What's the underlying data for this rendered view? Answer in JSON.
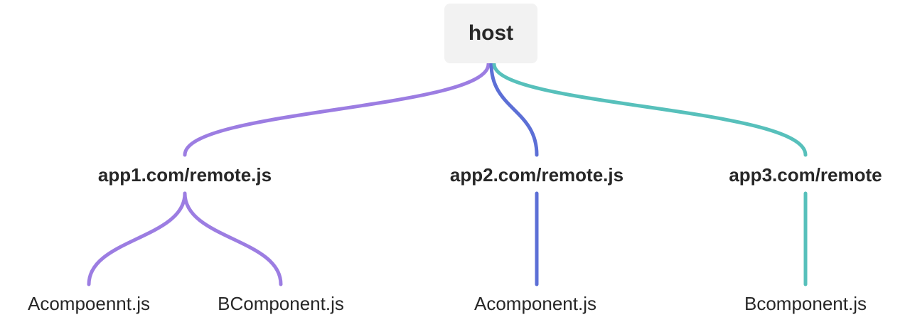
{
  "colors": {
    "edge_app1": "#9c7de2",
    "edge_app2": "#5c6fd6",
    "edge_app3": "#57c0bb",
    "root_bg": "#f2f2f2",
    "text": "#272727"
  },
  "tree": {
    "root": {
      "label": "host"
    },
    "remotes": [
      {
        "label": "app1.com/remote.js"
      },
      {
        "label": "app2.com/remote.js"
      },
      {
        "label": "app3.com/remote"
      }
    ],
    "components": [
      {
        "label": "Acompoennt.js",
        "parent": "app1.com/remote.js"
      },
      {
        "label": "BComponent.js",
        "parent": "app1.com/remote.js"
      },
      {
        "label": "Acomponent.js",
        "parent": "app2.com/remote.js"
      },
      {
        "label": "Bcomponent.js",
        "parent": "app3.com/remote"
      }
    ]
  }
}
